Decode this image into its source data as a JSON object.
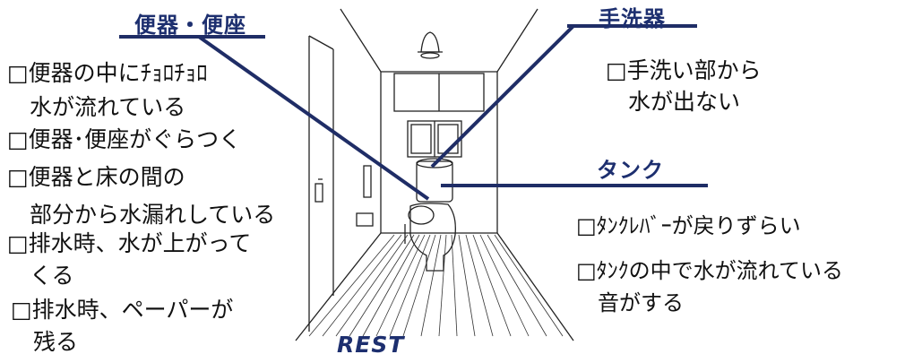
{
  "headings": {
    "toilet_seat": "便器・便座",
    "hand_washer": "手洗器",
    "tank": "タンク"
  },
  "toilet_items": [
    "□便器の中にﾁｮﾛﾁｮﾛ",
    "　水が流れている",
    "□便器･便座がぐらつく",
    "□便器と床の間の",
    "　部分から水漏れしている",
    "□排水時、水が上がって",
    "　くる",
    "□排水時、ペーパーが",
    "　残る"
  ],
  "hand_washer_items": [
    "□手洗い部から",
    "　水が出ない"
  ],
  "tank_items": [
    "□ﾀﾝｸﾚﾊﾞｰが戻りずらい",
    "□ﾀﾝｸの中で水が流れている",
    "　音がする"
  ],
  "room_label": "REST",
  "colors": {
    "accent": "#1d2f6f",
    "line": "#1f2d66"
  }
}
